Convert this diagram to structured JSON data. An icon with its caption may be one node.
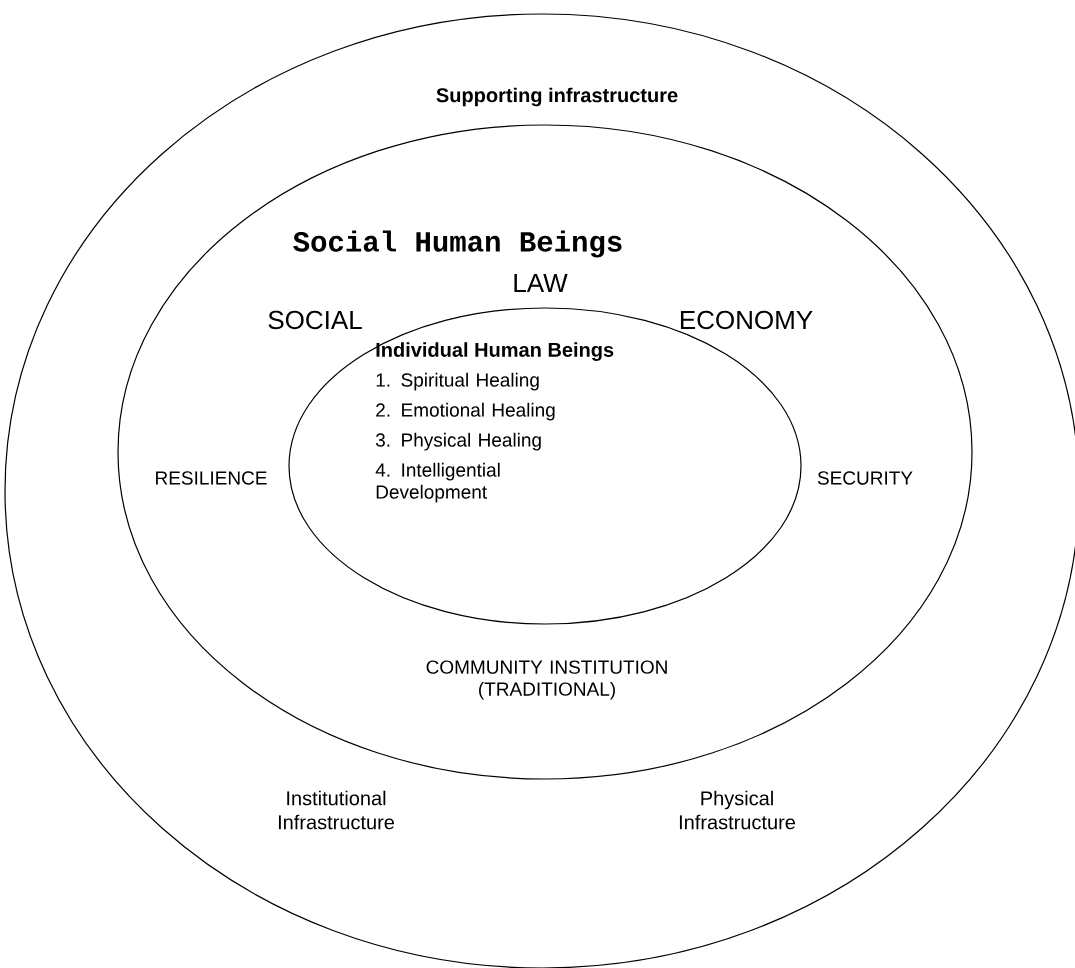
{
  "diagram": {
    "nodes": [
      {
        "text": [
          "Supporting infrastructure",
          "Institutional Infrastructure",
          "Physical Infrastructure"
        ]
      },
      {
        "text": [
          "Social Human Beings",
          "LAW",
          "SOCIAL",
          "ECONOMY",
          "RESILIENCE",
          "SECURITY",
          "COMMUNITY INSTITUTION (TRADITIONAL)"
        ],
        "in": 0
      },
      {
        "text": [
          "Individual Human Beings",
          "1. Spiritual Healing",
          "2. Emotional Healing",
          "3. Physical Healing",
          "4. Intelligential Development"
        ],
        "in": 1
      }
    ]
  }
}
